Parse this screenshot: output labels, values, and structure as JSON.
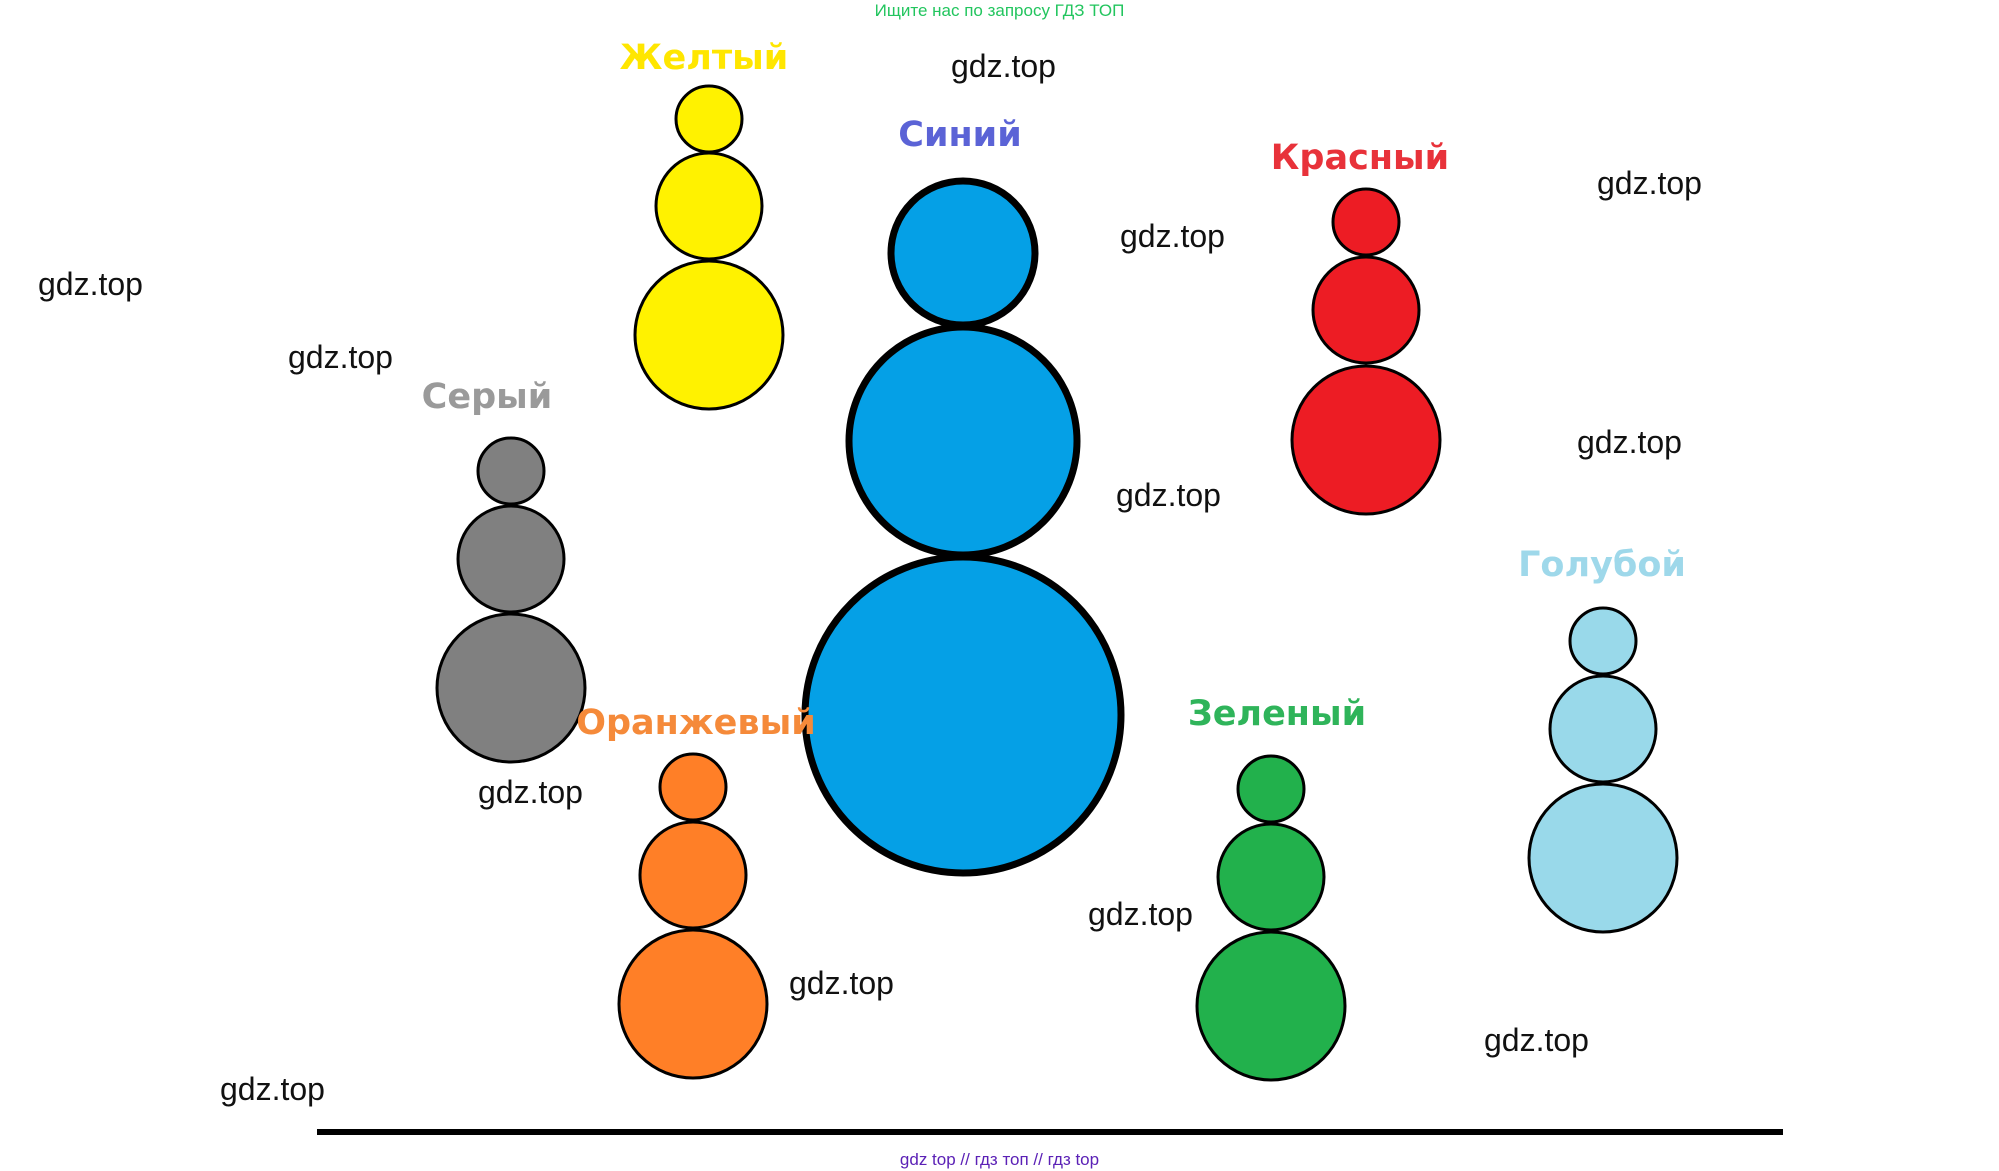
{
  "header": {
    "text": "Ищите нас по запросу ГДЗ ТОП",
    "color": "#22c55e"
  },
  "footer": {
    "text": "gdz top  //  гдз топ  //  гдз top",
    "color": "#5b21b6"
  },
  "watermark": {
    "text": "gdz.top",
    "color": "#111111"
  },
  "snowmen": [
    {
      "name": "yellow",
      "label": "Желтый",
      "fill": "#fff200",
      "label_color": "#ffe600"
    },
    {
      "name": "blue",
      "label": "Синий",
      "fill": "#05a0e6",
      "label_color": "#5b63d6"
    },
    {
      "name": "red",
      "label": "Красный",
      "fill": "#ed1c24",
      "label_color": "#e8323a"
    },
    {
      "name": "gray",
      "label": "Серый",
      "fill": "#808080",
      "label_color": "#9a9a9a"
    },
    {
      "name": "orange",
      "label": "Оранжевый",
      "fill": "#ff7f27",
      "label_color": "#f58a3a"
    },
    {
      "name": "green",
      "label": "Зеленый",
      "fill": "#22b14c",
      "label_color": "#2fb45a"
    },
    {
      "name": "light-blue",
      "label": "Голубой",
      "fill": "#99d9ea",
      "label_color": "#9ed8ea"
    }
  ],
  "baseline_color": "#000000"
}
